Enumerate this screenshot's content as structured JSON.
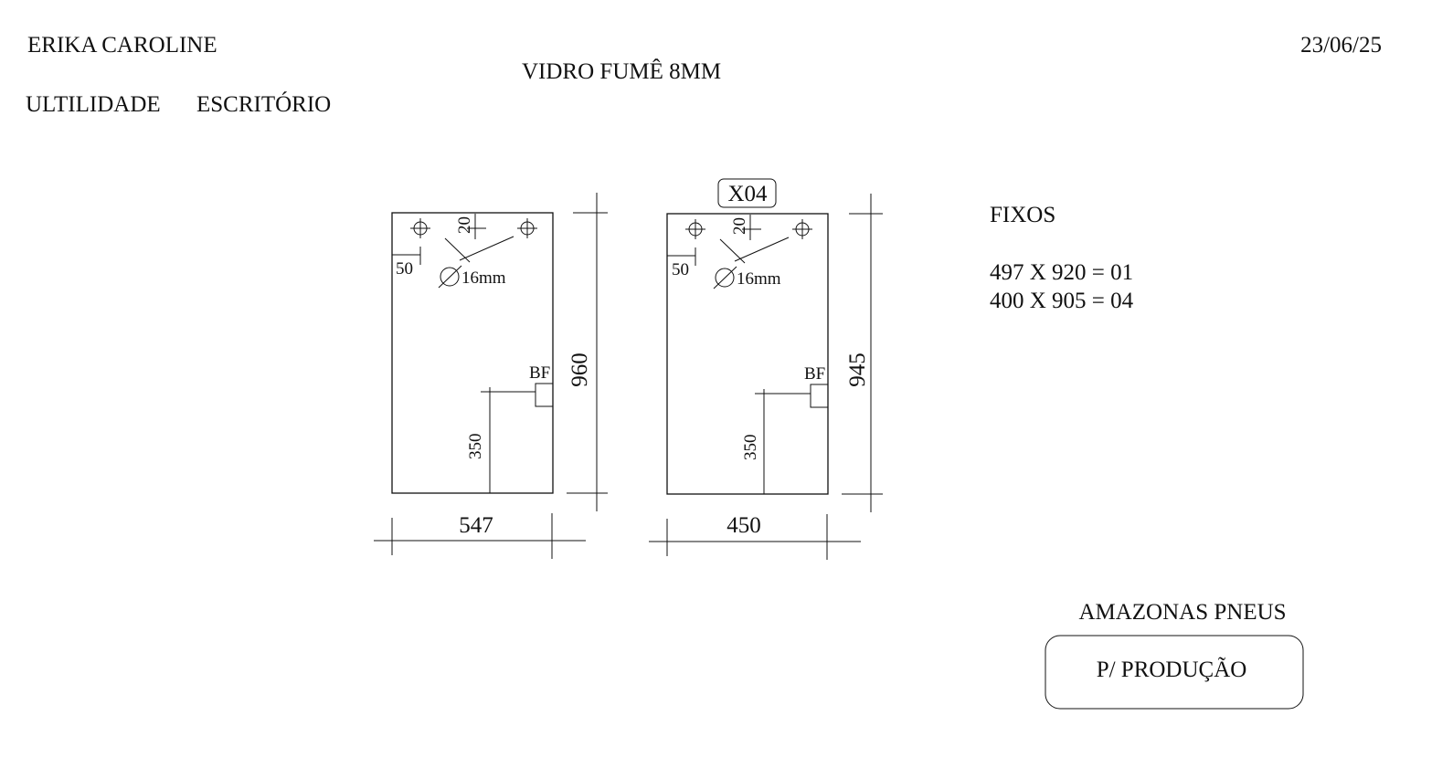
{
  "header": {
    "client": "ERIKA CAROLINE",
    "utility_label": "ULTILIDADE",
    "utility_value": "ESCRITÓRIO",
    "material": "VIDRO FUMÊ 8MM",
    "date": "23/06/25"
  },
  "pieces": [
    {
      "width_label": "547",
      "height_label": "960",
      "hole_offset_side": "50",
      "hole_offset_top": "20",
      "hole_diameter": "16mm",
      "lock_label": "BF",
      "lock_height": "350",
      "quantity_tag": ""
    },
    {
      "width_label": "450",
      "height_label": "945",
      "hole_offset_side": "50",
      "hole_offset_top": "20",
      "hole_diameter": "16mm",
      "lock_label": "BF",
      "lock_height": "350",
      "quantity_tag": "X04"
    }
  ],
  "summary": {
    "title": "FIXOS",
    "lines": [
      "497 X 920 = 01",
      "400 X 905 = 04"
    ]
  },
  "footer": {
    "company": "AMAZONAS PNEUS",
    "status": "P/ PRODUÇÃO"
  }
}
